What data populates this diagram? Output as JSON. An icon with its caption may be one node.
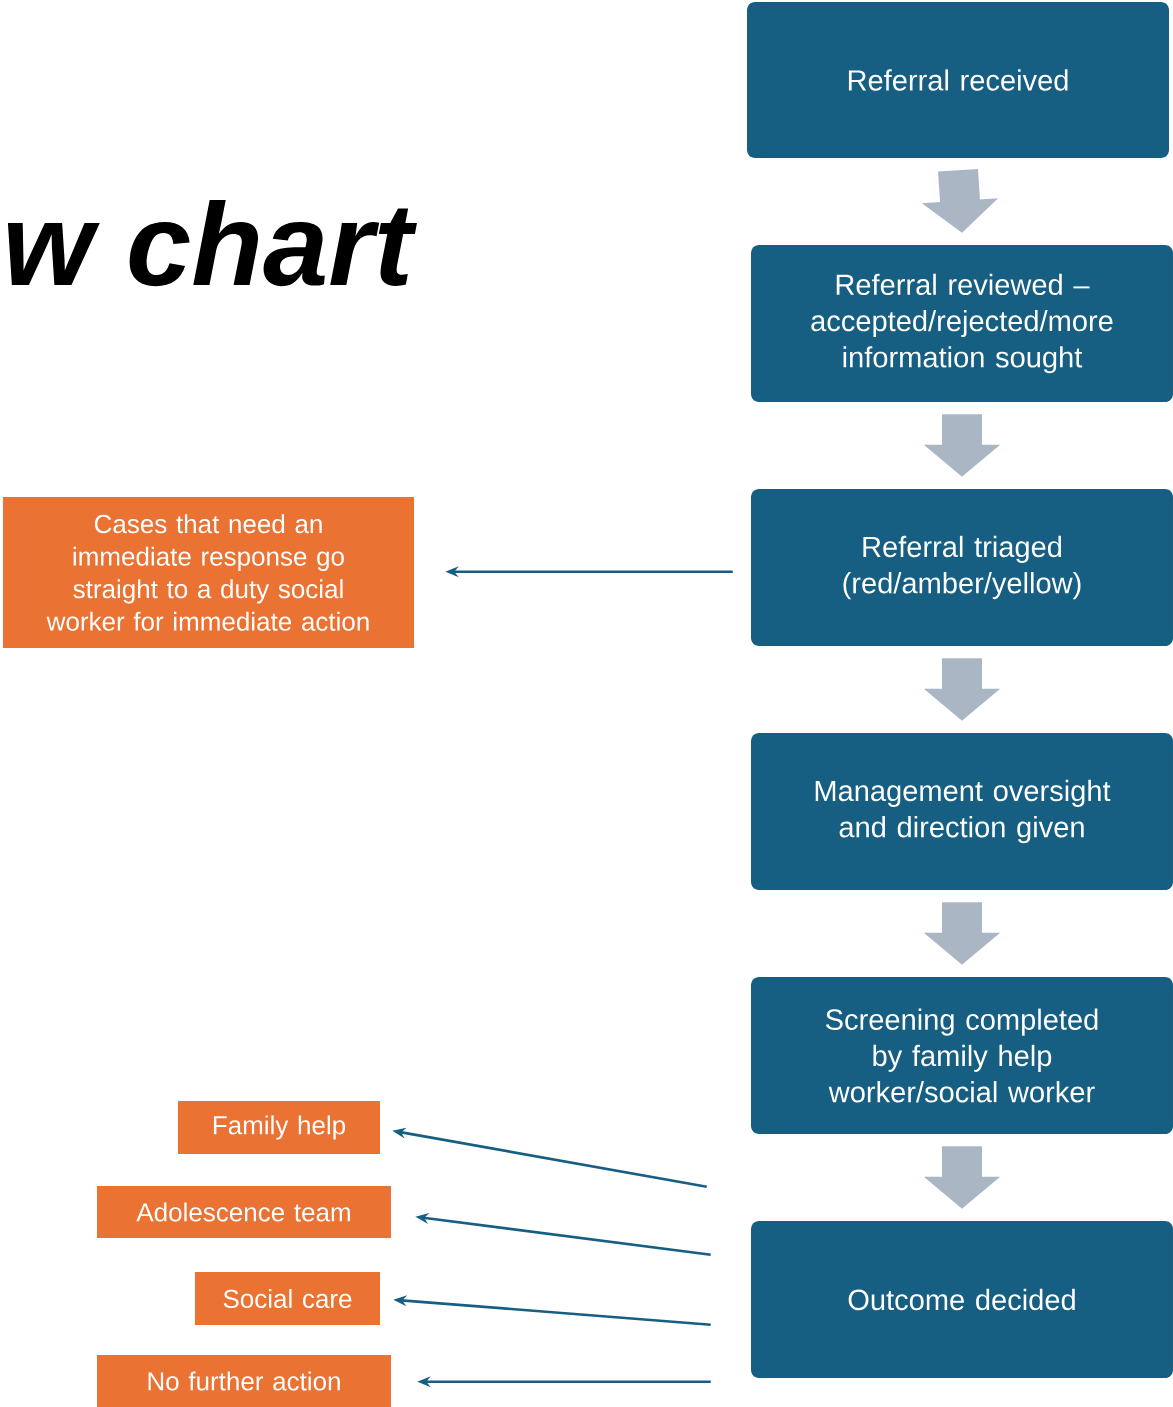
{
  "diagram": {
    "title": "w chart",
    "nodes": [
      {
        "text": [
          "Referral received"
        ]
      },
      {
        "text": [
          "Referral reviewed – accepted/rejected/more information sought"
        ]
      },
      {
        "text": [
          "Referral triaged (red/amber/yellow)"
        ]
      },
      {
        "text": [
          "Management oversight and direction given"
        ]
      },
      {
        "text": [
          "Screening completed by family help worker/social worker"
        ]
      },
      {
        "text": [
          "Outcome decided"
        ]
      },
      {
        "text": [
          "Cases that need an immediate response go straight to a duty social worker for immediate action"
        ]
      },
      {
        "text": [
          "Family help"
        ]
      },
      {
        "text": [
          "Adolescence team"
        ]
      },
      {
        "text": [
          "Social care"
        ]
      },
      {
        "text": [
          "No further action"
        ]
      }
    ],
    "edges": [
      {
        "from": 0,
        "to": 1,
        "arrow": "to",
        "style": "thick",
        "color": "#aab6c4"
      },
      {
        "from": 1,
        "to": 2,
        "arrow": "to",
        "style": "thick",
        "color": "#aab6c4"
      },
      {
        "from": 2,
        "to": 3,
        "arrow": "to",
        "style": "thick",
        "color": "#aab6c4"
      },
      {
        "from": 3,
        "to": 4,
        "arrow": "to",
        "style": "thick",
        "color": "#aab6c4"
      },
      {
        "from": 4,
        "to": 5,
        "arrow": "to",
        "style": "thick",
        "color": "#aab6c4"
      },
      {
        "from": 2,
        "to": 6,
        "arrow": "to",
        "color": "#175f82"
      },
      {
        "from": 5,
        "to": 7,
        "arrow": "to",
        "color": "#175f82"
      },
      {
        "from": 5,
        "to": 8,
        "arrow": "to",
        "color": "#175f82"
      },
      {
        "from": 5,
        "to": 9,
        "arrow": "to",
        "color": "#175f82"
      },
      {
        "from": 5,
        "to": 10,
        "arrow": "to",
        "color": "#175f82"
      }
    ]
  }
}
